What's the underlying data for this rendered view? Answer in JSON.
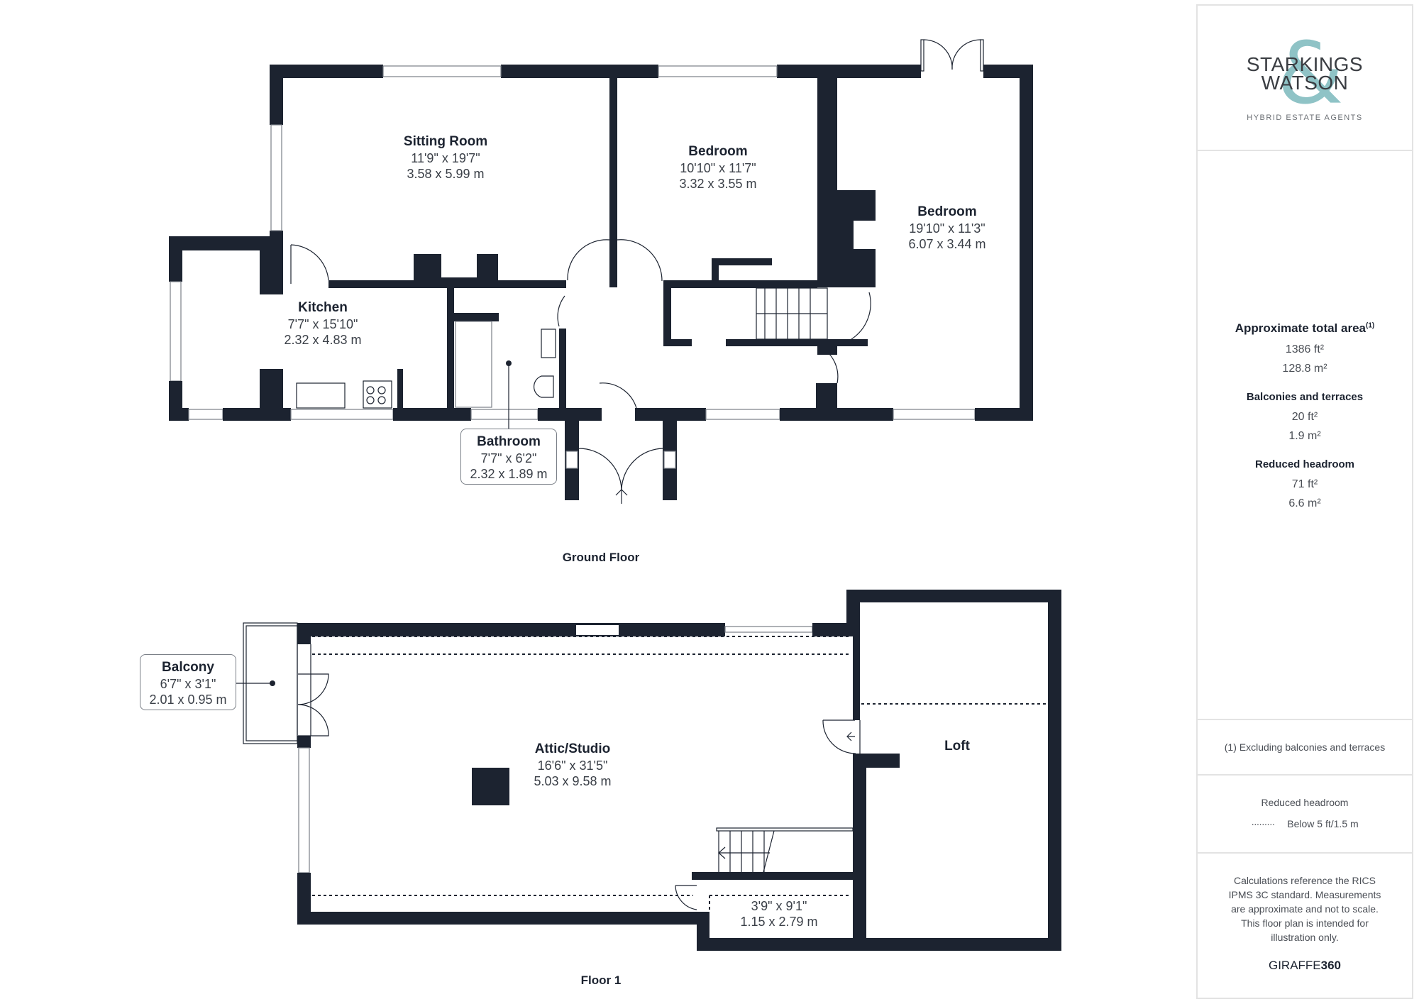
{
  "brand": {
    "ampersand": "&",
    "name_line1": "STARKINGS",
    "name_line2": "WATSON",
    "tagline": "HYBRID ESTATE AGENTS",
    "accent_color": "#8fc3c6"
  },
  "ground_floor": {
    "title": "Ground Floor",
    "rooms": [
      {
        "name": "Sitting Room",
        "imperial": "11'9\" x 19'7\"",
        "metric": "3.58 x 5.99 m"
      },
      {
        "name": "Bedroom",
        "imperial": "10'10\" x 11'7\"",
        "metric": "3.32 x 3.55 m"
      },
      {
        "name": "Bedroom",
        "imperial": "19'10\" x 11'3\"",
        "metric": "6.07 x 3.44 m"
      },
      {
        "name": "Kitchen",
        "imperial": "7'7\" x 15'10\"",
        "metric": "2.32 x 4.83 m"
      },
      {
        "name": "Bathroom",
        "imperial": "7'7\" x 6'2\"",
        "metric": "2.32 x 1.89 m"
      }
    ]
  },
  "floor_1": {
    "title": "Floor 1",
    "rooms": [
      {
        "name": "Balcony",
        "imperial": "6'7\" x 3'1\"",
        "metric": "2.01 x 0.95 m"
      },
      {
        "name": "Attic/Studio",
        "imperial": "16'6\" x 31'5\"",
        "metric": "5.03 x 9.58 m"
      },
      {
        "name": "Loft"
      },
      {
        "name": "",
        "imperial": "3'9\" x 9'1\"",
        "metric": "1.15 x 2.79 m"
      }
    ]
  },
  "panel": {
    "total_area_heading": "Approximate total area",
    "total_area_sup": "(1)",
    "total_ft": "1386 ft²",
    "total_m": "128.8 m²",
    "balconies_heading": "Balconies and terraces",
    "balconies_ft": "20 ft²",
    "balconies_m": "1.9 m²",
    "reduced_heading": "Reduced headroom",
    "reduced_ft": "71 ft²",
    "reduced_m": "6.6 m²",
    "footnote": "(1) Excluding balconies and terraces",
    "legend_title": "Reduced headroom",
    "legend_line": "·········",
    "legend_text": "Below 5 ft/1.5 m",
    "disclaimer": "Calculations reference the RICS IPMS 3C standard. Measurements are approximate and not to scale. This floor plan is intended for illustration only.",
    "credit_a": "GIRAFFE",
    "credit_b": "360"
  },
  "colors": {
    "wall": "#1c2330",
    "panel_border": "#e3e3e3"
  }
}
